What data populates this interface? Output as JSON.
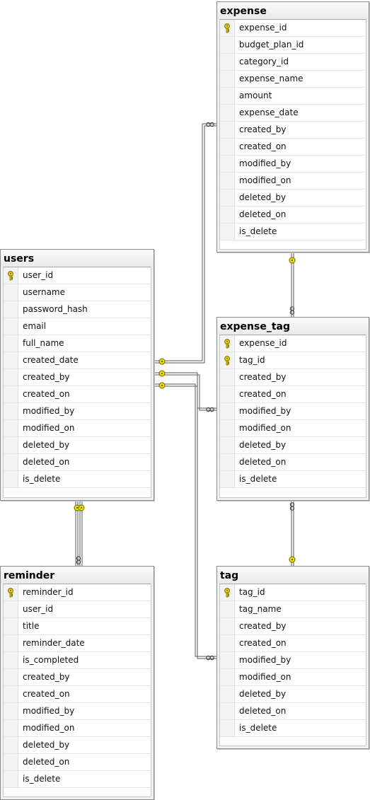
{
  "colors": {
    "key": "#f0d000",
    "line": "#5a5a5a",
    "endpoint": "#f2e000"
  },
  "icons": {
    "primary_key": "key-icon",
    "one_end": "key-end-icon",
    "many_end": "infinity-icon"
  },
  "tables": {
    "expense": {
      "title": "expense",
      "columns": [
        {
          "name": "expense_id",
          "pk": true
        },
        {
          "name": "budget_plan_id",
          "pk": false
        },
        {
          "name": "category_id",
          "pk": false
        },
        {
          "name": "expense_name",
          "pk": false
        },
        {
          "name": "amount",
          "pk": false
        },
        {
          "name": "expense_date",
          "pk": false
        },
        {
          "name": "created_by",
          "pk": false
        },
        {
          "name": "created_on",
          "pk": false
        },
        {
          "name": "modified_by",
          "pk": false
        },
        {
          "name": "modified_on",
          "pk": false
        },
        {
          "name": "deleted_by",
          "pk": false
        },
        {
          "name": "deleted_on",
          "pk": false
        },
        {
          "name": "is_delete",
          "pk": false
        }
      ]
    },
    "users": {
      "title": "users",
      "columns": [
        {
          "name": "user_id",
          "pk": true
        },
        {
          "name": "username",
          "pk": false
        },
        {
          "name": "password_hash",
          "pk": false
        },
        {
          "name": "email",
          "pk": false
        },
        {
          "name": "full_name",
          "pk": false
        },
        {
          "name": "created_date",
          "pk": false
        },
        {
          "name": "created_by",
          "pk": false
        },
        {
          "name": "created_on",
          "pk": false
        },
        {
          "name": "modified_by",
          "pk": false
        },
        {
          "name": "modified_on",
          "pk": false
        },
        {
          "name": "deleted_by",
          "pk": false
        },
        {
          "name": "deleted_on",
          "pk": false
        },
        {
          "name": "is_delete",
          "pk": false
        }
      ]
    },
    "expense_tag": {
      "title": "expense_tag",
      "columns": [
        {
          "name": "expense_id",
          "pk": true
        },
        {
          "name": "tag_id",
          "pk": true
        },
        {
          "name": "created_by",
          "pk": false
        },
        {
          "name": "created_on",
          "pk": false
        },
        {
          "name": "modified_by",
          "pk": false
        },
        {
          "name": "modified_on",
          "pk": false
        },
        {
          "name": "deleted_by",
          "pk": false
        },
        {
          "name": "deleted_on",
          "pk": false
        },
        {
          "name": "is_delete",
          "pk": false
        }
      ]
    },
    "reminder": {
      "title": "reminder",
      "columns": [
        {
          "name": "reminder_id",
          "pk": true
        },
        {
          "name": "user_id",
          "pk": false
        },
        {
          "name": "title",
          "pk": false
        },
        {
          "name": "reminder_date",
          "pk": false
        },
        {
          "name": "is_completed",
          "pk": false
        },
        {
          "name": "created_by",
          "pk": false
        },
        {
          "name": "created_on",
          "pk": false
        },
        {
          "name": "modified_by",
          "pk": false
        },
        {
          "name": "modified_on",
          "pk": false
        },
        {
          "name": "deleted_by",
          "pk": false
        },
        {
          "name": "deleted_on",
          "pk": false
        },
        {
          "name": "is_delete",
          "pk": false
        }
      ]
    },
    "tag": {
      "title": "tag",
      "columns": [
        {
          "name": "tag_id",
          "pk": true
        },
        {
          "name": "tag_name",
          "pk": false
        },
        {
          "name": "created_by",
          "pk": false
        },
        {
          "name": "created_on",
          "pk": false
        },
        {
          "name": "modified_by",
          "pk": false
        },
        {
          "name": "modified_on",
          "pk": false
        },
        {
          "name": "deleted_by",
          "pk": false
        },
        {
          "name": "deleted_on",
          "pk": false
        },
        {
          "name": "is_delete",
          "pk": false
        }
      ]
    }
  }
}
